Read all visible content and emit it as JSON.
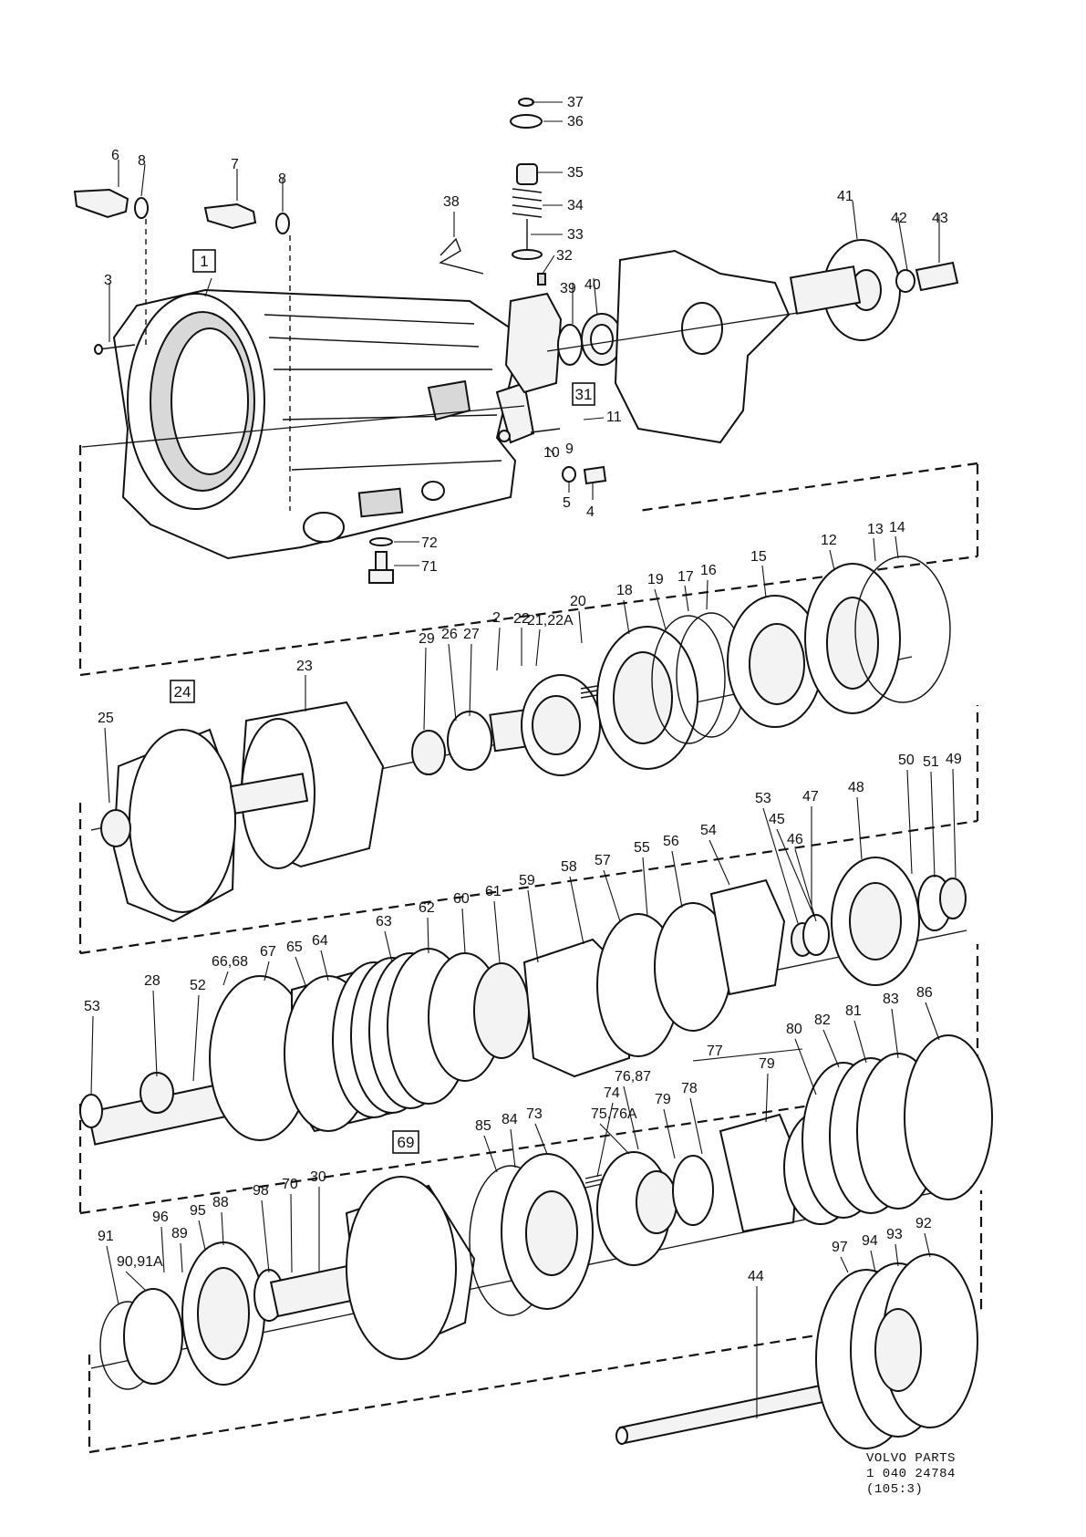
{
  "callouts": {
    "c1": "1",
    "c2": "2",
    "c3": "3",
    "c4": "4",
    "c5": "5",
    "c6": "6",
    "c7": "7",
    "c8a": "8",
    "c8b": "8",
    "c9": "9",
    "c10": "10",
    "c11": "11",
    "c12": "12",
    "c13": "13",
    "c14": "14",
    "c15": "15",
    "c16": "16",
    "c17": "17",
    "c18": "18",
    "c19": "19",
    "c20": "20",
    "c2122a": "21,22A",
    "c22": "22",
    "c23": "23",
    "c24": "24",
    "c25": "25",
    "c26": "26",
    "c27": "27",
    "c28": "28",
    "c29": "29",
    "c30": "30",
    "c31": "31",
    "c32": "32",
    "c33": "33",
    "c34": "34",
    "c35": "35",
    "c36": "36",
    "c37": "37",
    "c38": "38",
    "c39": "39",
    "c40": "40",
    "c41": "41",
    "c42": "42",
    "c43": "43",
    "c44": "44",
    "c45": "45",
    "c46": "46",
    "c47": "47",
    "c48": "48",
    "c49": "49",
    "c50": "50",
    "c51": "51",
    "c52": "52",
    "c53a": "53",
    "c53b": "53",
    "c54": "54",
    "c55": "55",
    "c56": "56",
    "c57": "57",
    "c58": "58",
    "c59": "59",
    "c60": "60",
    "c61": "61",
    "c62": "62",
    "c63": "63",
    "c64": "64",
    "c65": "65",
    "c6668": "66,68",
    "c67": "67",
    "c69": "69",
    "c70": "70",
    "c71": "71",
    "c72": "72",
    "c73": "73",
    "c74": "74",
    "c7576a": "75,76A",
    "c7687": "76,87",
    "c77": "77",
    "c78": "78",
    "c79a": "79",
    "c79b": "79",
    "c80": "80",
    "c81": "81",
    "c82": "82",
    "c83": "83",
    "c84": "84",
    "c85": "85",
    "c86": "86",
    "c88": "88",
    "c89": "89",
    "c9091a": "90,91A",
    "c91": "91",
    "c92": "92",
    "c93": "93",
    "c94": "94",
    "c95": "95",
    "c96": "96",
    "c97": "97",
    "c98": "98"
  },
  "footer": {
    "brand": "VOLVO PARTS",
    "part_number": "1 040 24784",
    "ref": "(105:3)"
  }
}
